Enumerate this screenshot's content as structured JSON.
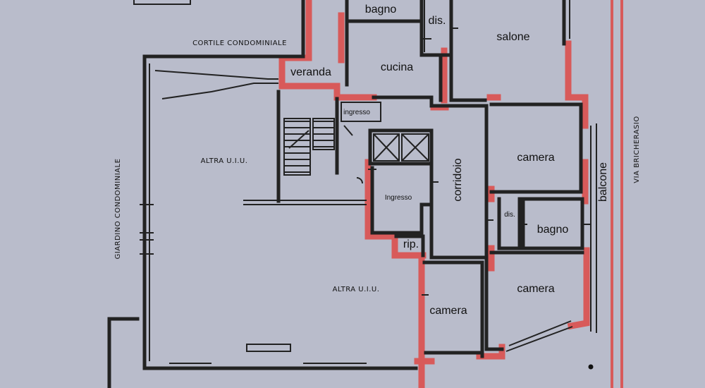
{
  "labels": {
    "bagno_top": "bagno",
    "dis_top": "dis.",
    "salone": "salone",
    "cortile": "CORTILE CONDOMINIALE",
    "veranda": "veranda",
    "cucina": "cucina",
    "ingresso_small": "ingresso",
    "camera_right_upper": "camera",
    "altra_uiu_upper": "ALTRA U.I.U.",
    "corridoio": "corridoio",
    "ingresso": "Ingresso",
    "balcone": "balcone",
    "via": "VIA BRICHERASIO",
    "giardino": "GIARDINO CONDOMINIALE",
    "dis_mid": "dis.",
    "bagno_mid": "bagno",
    "rip": "rip.",
    "altra_uiu_lower": "ALTRA U.I.U.",
    "camera_right_lower": "camera",
    "camera_bottom": "camera"
  },
  "colors": {
    "paper": "#b9bccb",
    "wall": "#222222",
    "highlight": "#e05555"
  }
}
